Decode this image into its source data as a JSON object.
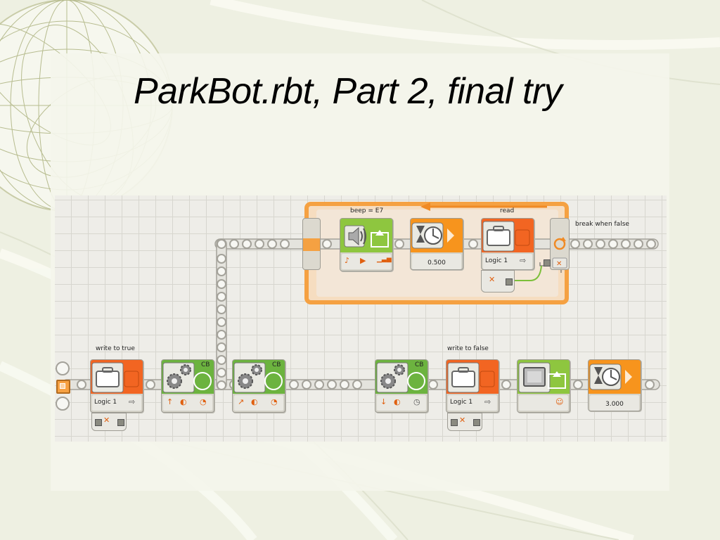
{
  "slide": {
    "title": "ParkBot.rbt, Part 2, final try"
  },
  "loop": {
    "labels": {
      "beep": "beep = E7",
      "read": "read",
      "break": "break when false"
    },
    "wait_value": "0.500",
    "logic_label": "Logic 1"
  },
  "main": {
    "labels": {
      "write_true": "write to true",
      "write_false": "write to false"
    },
    "logic_label": "Logic 1",
    "motor_port": "CB",
    "wait_value": "3.000"
  },
  "colors": {
    "loop_orange": "#f5a142",
    "sound_green": "#8ec63f",
    "motor_green": "#6cb33f",
    "logic_orange": "#f26522",
    "display_green": "#8ec63f",
    "wait_orange": "#f7941d"
  },
  "icons": {
    "sound": "speaker-icon",
    "wait": "hourglass-icon",
    "logic": "briefcase-icon",
    "motor": "gears-icon",
    "display": "monitor-icon",
    "loop": "loop-arrows-icon",
    "start": "program-start-icon"
  }
}
